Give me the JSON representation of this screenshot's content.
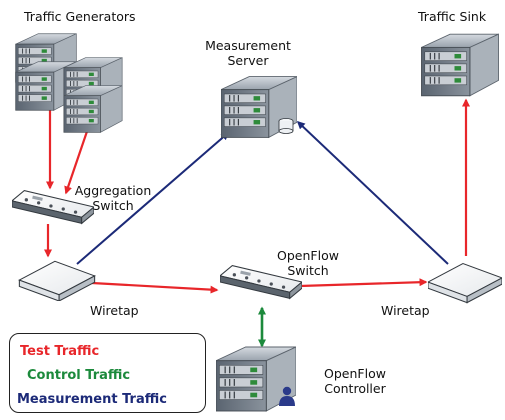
{
  "labels": {
    "traffic_generators": "Traffic Generators",
    "measurement_server_line1": "Measurement",
    "measurement_server_line2": "Server",
    "traffic_sink": "Traffic Sink",
    "aggregation_switch_line1": "Aggregation",
    "aggregation_switch_line2": "Switch",
    "openflow_switch_line1": "OpenFlow",
    "openflow_switch_line2": "Switch",
    "wiretap_left": "Wiretap",
    "wiretap_right": "Wiretap",
    "openflow_controller_line1": "OpenFlow",
    "openflow_controller_line2": "Controller"
  },
  "legend": {
    "test_traffic": "Test Traffic",
    "control_traffic": "Control Traffic",
    "measurement_traffic": "Measurement Traffic"
  },
  "colors": {
    "test_traffic": "#e8262a",
    "control_traffic": "#1c8a3c",
    "measurement_traffic": "#1c2a78"
  }
}
